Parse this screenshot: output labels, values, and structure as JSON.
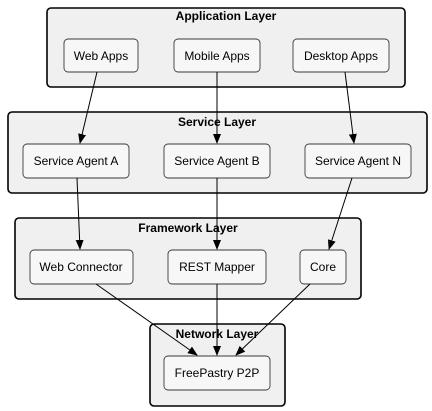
{
  "layers": [
    {
      "title": "Application Layer",
      "nodes": [
        "Web Apps",
        "Mobile Apps",
        "Desktop Apps"
      ]
    },
    {
      "title": "Service Layer",
      "nodes": [
        "Service Agent A",
        "Service Agent B",
        "Service Agent N"
      ]
    },
    {
      "title": "Framework Layer",
      "nodes": [
        "Web Connector",
        "REST Mapper",
        "Core"
      ]
    },
    {
      "title": "Network Layer",
      "nodes": [
        "FreePastry P2P"
      ]
    }
  ],
  "edges": [
    [
      "Web Apps",
      "Service Agent A"
    ],
    [
      "Mobile Apps",
      "Service Agent B"
    ],
    [
      "Desktop Apps",
      "Service Agent N"
    ],
    [
      "Service Agent A",
      "Web Connector"
    ],
    [
      "Service Agent B",
      "REST Mapper"
    ],
    [
      "Service Agent N",
      "Core"
    ],
    [
      "Web Connector",
      "FreePastry P2P"
    ],
    [
      "REST Mapper",
      "FreePastry P2P"
    ],
    [
      "Core",
      "FreePastry P2P"
    ]
  ]
}
